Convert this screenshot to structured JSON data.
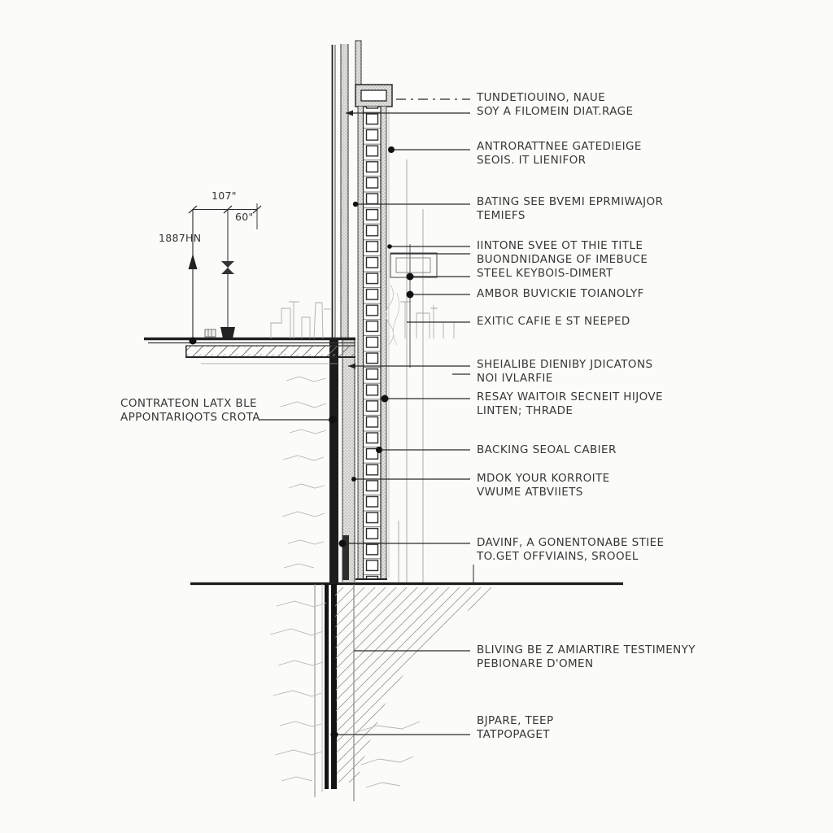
{
  "drawing_title": "foundation wall section detail",
  "colors": {
    "background": "#fbfbf9",
    "ink": "#2a2a2a",
    "light_ink": "#9a9a9a"
  },
  "dimensions": {
    "width_top": "107\"",
    "offset": "60\"",
    "load": "1887HN"
  },
  "callouts": {
    "left": [
      {
        "lines": [
          "CONTRATEON LATX BLE",
          "APPONTARIQOTS CROTA"
        ]
      }
    ],
    "right": [
      {
        "lines": [
          "TUNDETIOUINO, NAUE",
          "SOY A FILOMEIN DIAT.RAGE"
        ]
      },
      {
        "lines": [
          "ANTRORATTNEE GATEDIEIGE",
          "SEOIS. IT LIENIFOR"
        ]
      },
      {
        "lines": [
          "BATING SEE BVEMI EPRMIWAJOR",
          "TEMIEFS"
        ]
      },
      {
        "lines": [
          "IINTONE SVEE OT THIE TITLE",
          "BUONDNIDANGE OF IMEBUCE",
          "STEEL KEYBOIS-DIMERT"
        ]
      },
      {
        "lines": [
          "AMBOR BUVICKIE TOIANOLYF"
        ]
      },
      {
        "lines": [
          "EXITIC CAFIE E ST NEEPED"
        ]
      },
      {
        "lines": [
          "SHEIALIBE DIENIBY JDICATONS",
          "NOI IVLARFIE"
        ]
      },
      {
        "lines": [
          "RESAY WAITOIR SECNEIT HIJOVE",
          "LINTEN; THRADE"
        ]
      },
      {
        "lines": [
          "BACKING SEOAL CABIER"
        ]
      },
      {
        "lines": [
          "MDOK YOUR KORROITE",
          "VWUME ATBVIIETS"
        ]
      },
      {
        "lines": [
          "DAVINF, A GONENTONABE STIEE",
          "TO.GET OFFVIAINS, SROOEL"
        ]
      },
      {
        "lines": [
          "BLIVING BE Z AMIARTIRE TESTIMENYY",
          "PEBIONARE D'OMEN"
        ]
      },
      {
        "lines": [
          "BJPARE, TEEP",
          "TATPOPAGET"
        ]
      }
    ]
  }
}
